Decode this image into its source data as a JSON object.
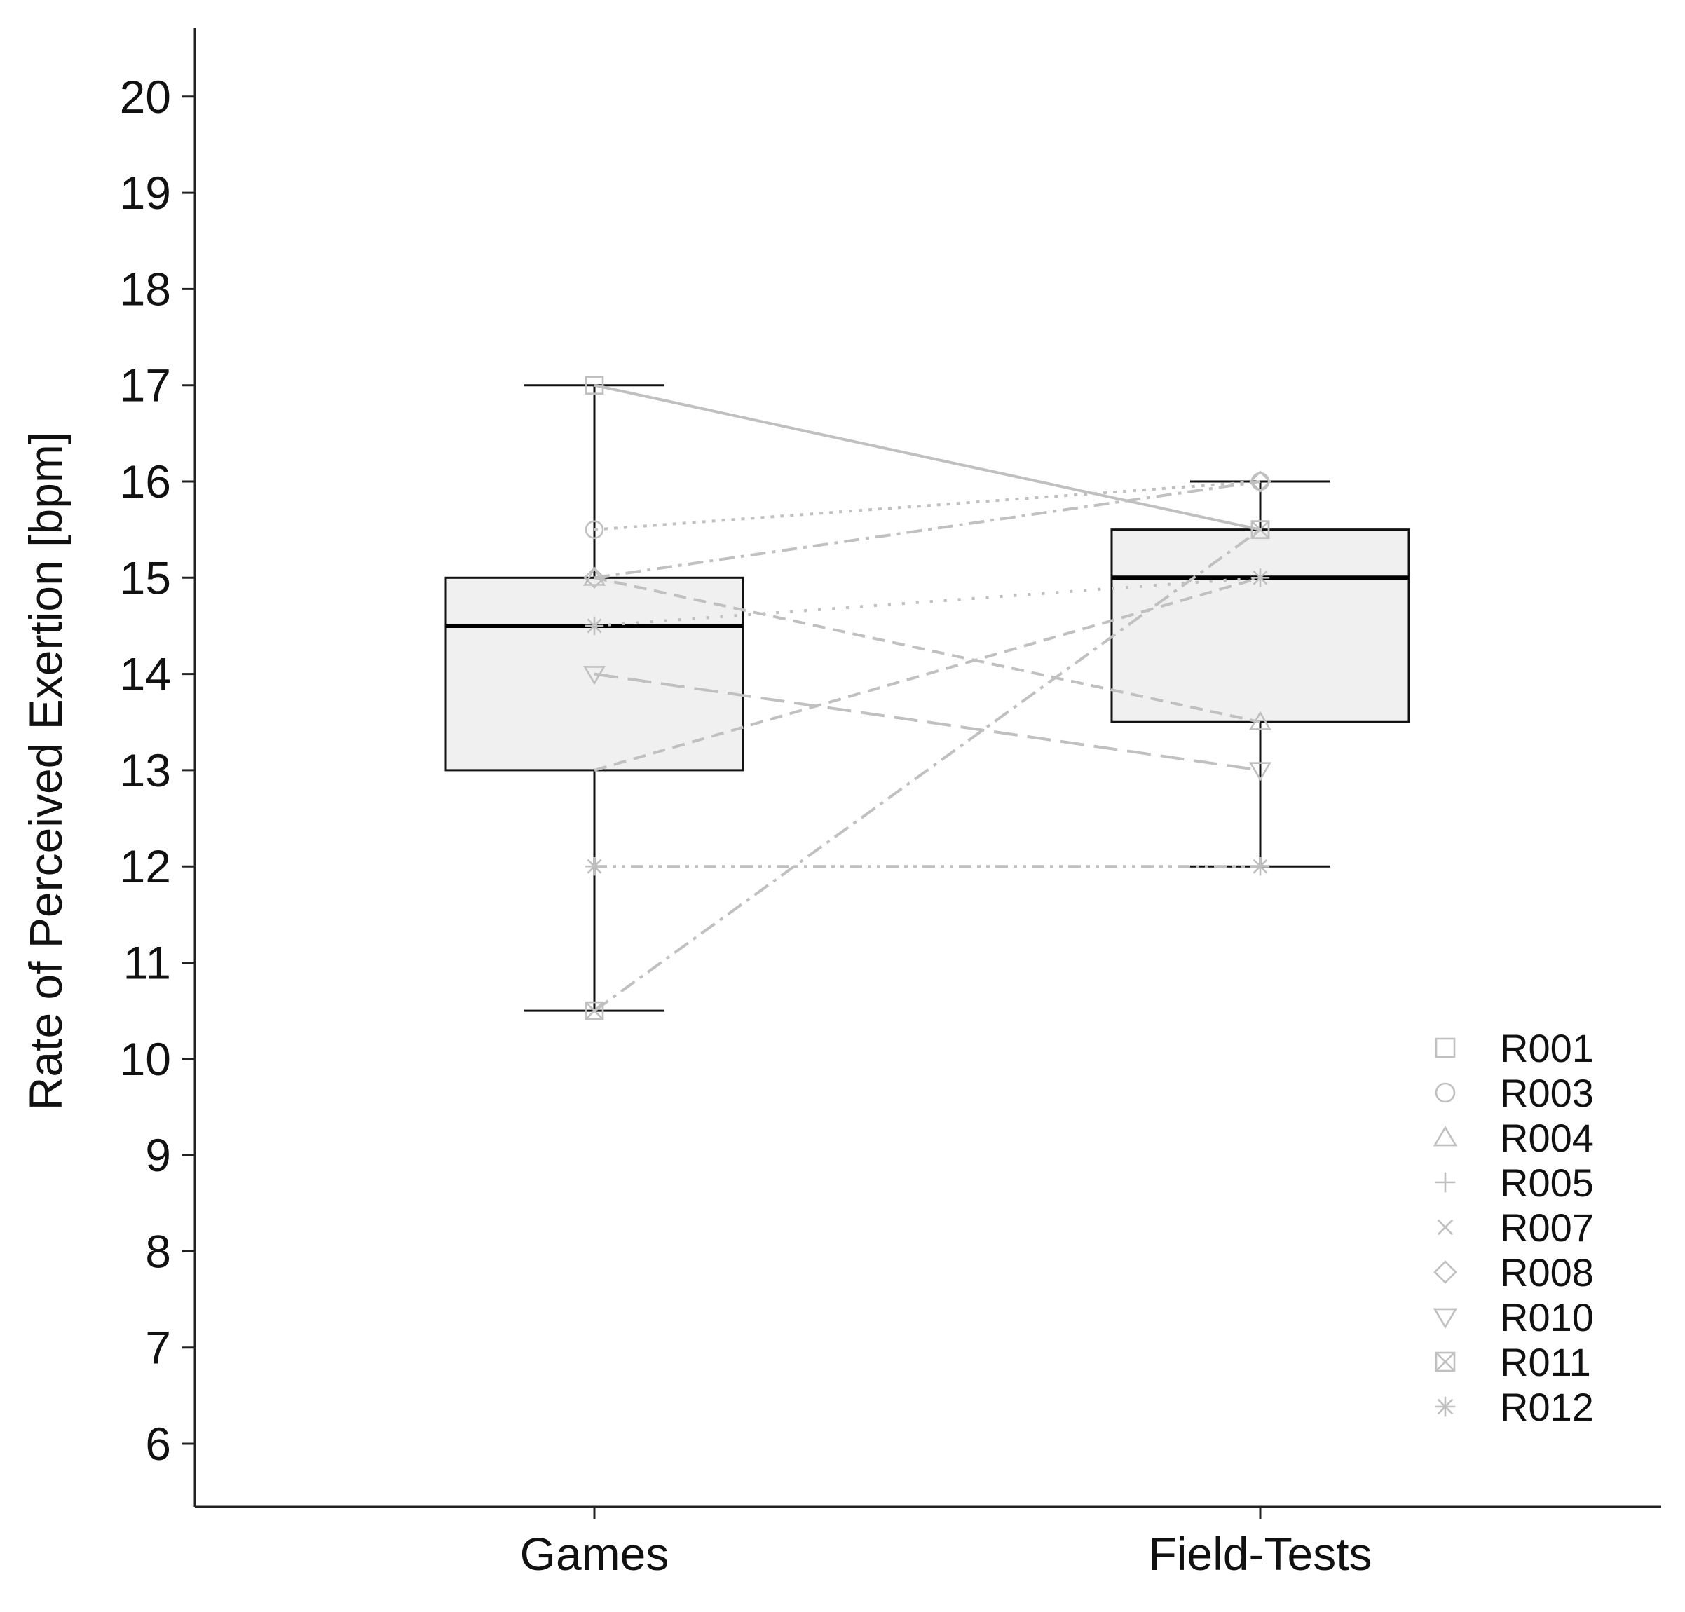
{
  "chart_data": {
    "type": "box",
    "title": "",
    "xlabel": "",
    "ylabel": "Rate of Perceived Exertion [bpm]",
    "ylim": [
      5.3,
      20.7
    ],
    "yticks": [
      6,
      7,
      8,
      9,
      10,
      11,
      12,
      13,
      14,
      15,
      16,
      17,
      18,
      19,
      20
    ],
    "categories": [
      "Games",
      "Field-Tests"
    ],
    "grid": false,
    "legend_position": "bottom-right",
    "colors": {
      "box_fill": "#f0f0f0",
      "box_line": "#111111",
      "series": "#c0c0c0"
    },
    "boxes": [
      {
        "category": "Games",
        "whisker_low": 10.5,
        "q1": 13,
        "median": 14.5,
        "q3": 15,
        "whisker_high": 17
      },
      {
        "category": "Field-Tests",
        "whisker_low": 12,
        "q1": 13.5,
        "median": 15,
        "q3": 15.5,
        "whisker_high": 16
      }
    ],
    "series": [
      {
        "name": "R001",
        "marker": "square",
        "dash": "",
        "values": [
          17,
          15.5
        ]
      },
      {
        "name": "R003",
        "marker": "circle",
        "dash": "5 9",
        "values": [
          15.5,
          16
        ]
      },
      {
        "name": "R004",
        "marker": "triangle-up",
        "dash": "18 11",
        "values": [
          15,
          13.5
        ]
      },
      {
        "name": "R005",
        "marker": "plus",
        "dash": "4 16",
        "values": [
          14.5,
          15
        ]
      },
      {
        "name": "R007",
        "marker": "x",
        "dash": "4 16",
        "values": [
          14.5,
          15
        ]
      },
      {
        "name": "R008",
        "marker": "diamond",
        "dash": "22 9 5 9",
        "values": [
          15,
          16
        ]
      },
      {
        "name": "R010",
        "marker": "triangle-down",
        "dash": "34 14",
        "values": [
          14,
          13
        ]
      },
      {
        "name": "R011",
        "marker": "square-x",
        "dash": "24 9 5 9",
        "values": [
          10.5,
          15.5
        ]
      },
      {
        "name": "R012",
        "marker": "asterisk",
        "dash": "18 8 5 8 5 8",
        "values": [
          12,
          12
        ]
      },
      {
        "name": "",
        "marker": "none",
        "dash": "18 11",
        "values": [
          13,
          15
        ]
      }
    ]
  }
}
